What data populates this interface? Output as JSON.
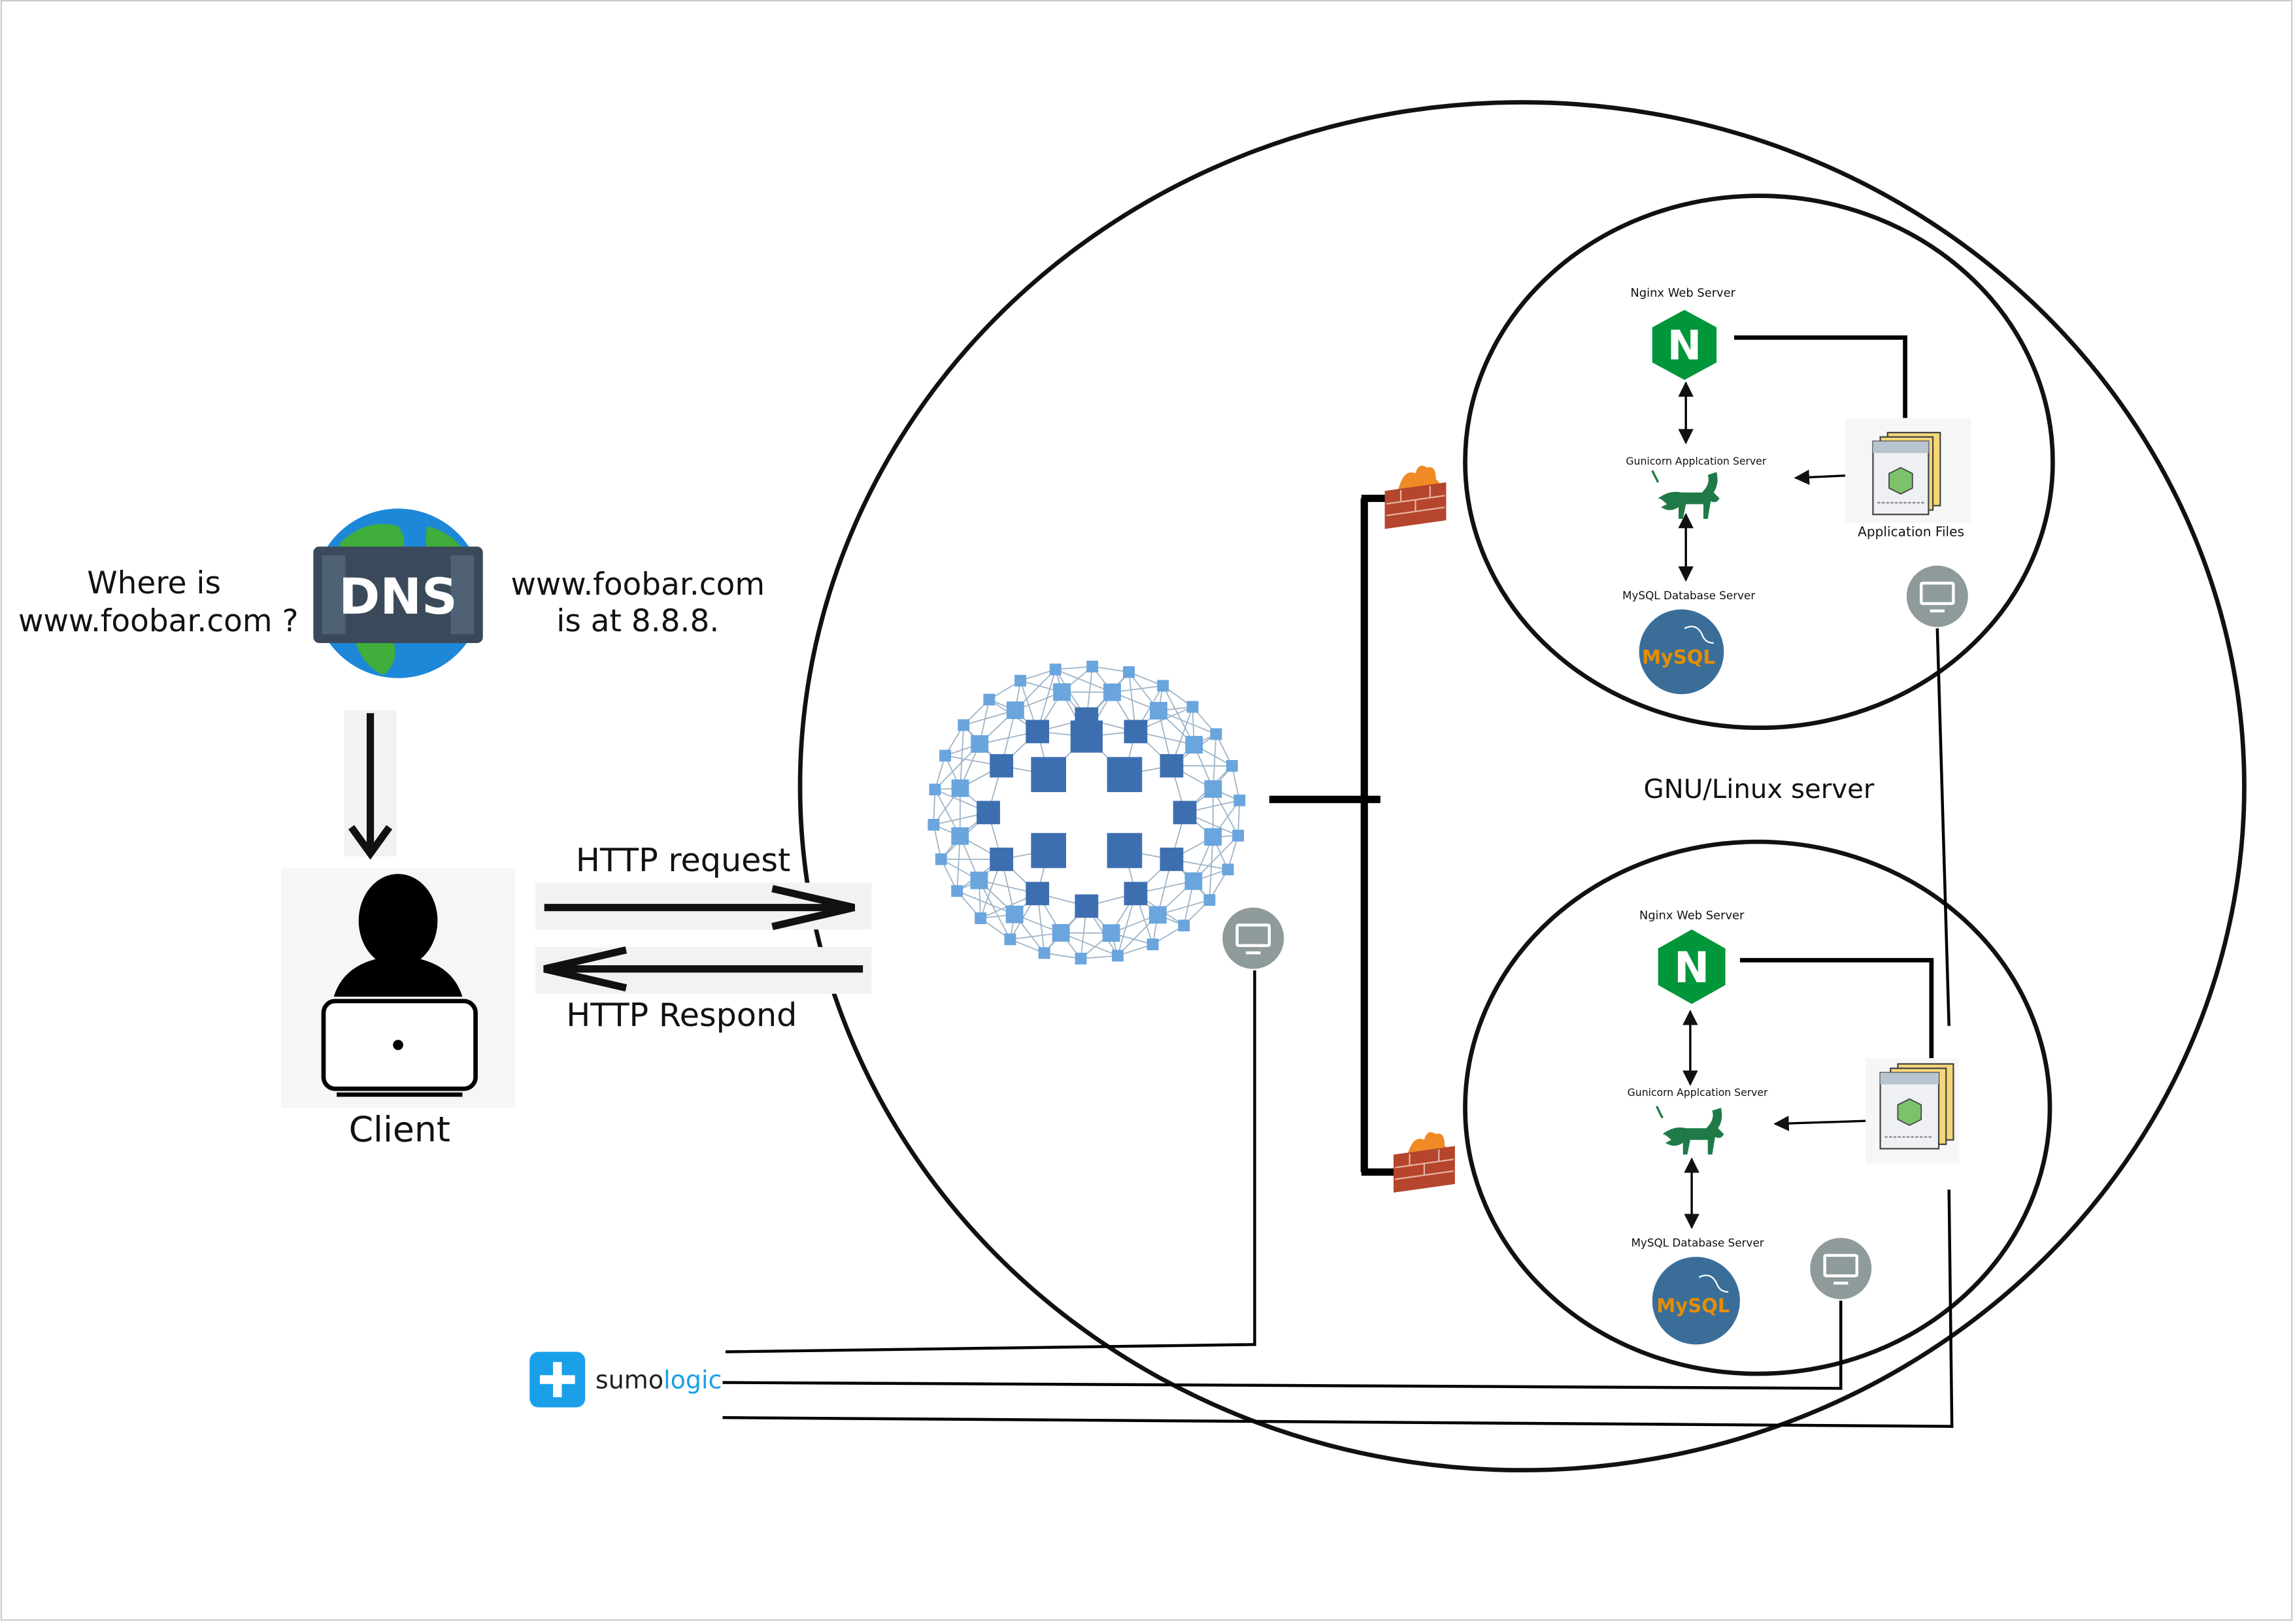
{
  "question": {
    "line1": "Where is",
    "line2": "www.foobar.com ?"
  },
  "dns": {
    "label": "DNS"
  },
  "answer": {
    "line1": "www.foobar.com",
    "line2": "is at 8.8.8."
  },
  "client": {
    "label": "Client"
  },
  "http": {
    "request": "HTTP request",
    "respond": "HTTP Respond"
  },
  "server_group_label": "GNU/Linux server",
  "server1": {
    "nginx": "Nginx Web Server",
    "nginx_logo": "N",
    "gunicorn": "Gunicorn Applcation Server",
    "mysql": "MySQL Database Server",
    "mysql_logo": "MySQL",
    "files": "Application Files"
  },
  "server2": {
    "nginx": "Nginx Web Server",
    "nginx_logo": "N",
    "gunicorn": "Gunicorn Applcation Server",
    "mysql": "MySQL Database Server",
    "mysql_logo": "MySQL"
  },
  "sumologic": {
    "text_a": "sumo",
    "text_b": "logic"
  },
  "colors": {
    "nginx_green": "#009639",
    "mysql_blue": "#3a6e99",
    "mysql_orange": "#e48e00",
    "network_dark": "#3d6fb0",
    "network_light": "#6aa5dd",
    "monitor_grey": "#8f9a9a",
    "sumo_blue": "#1aa0e8",
    "firewall_red": "#b5452c"
  },
  "icons": [
    "dns-globe-icon",
    "client-laptop-icon",
    "load-balancer-network-icon",
    "firewall-icon",
    "nginx-icon",
    "gunicorn-unicorn-icon",
    "mysql-icon",
    "application-files-icon",
    "monitoring-agent-icon",
    "sumologic-icon"
  ]
}
